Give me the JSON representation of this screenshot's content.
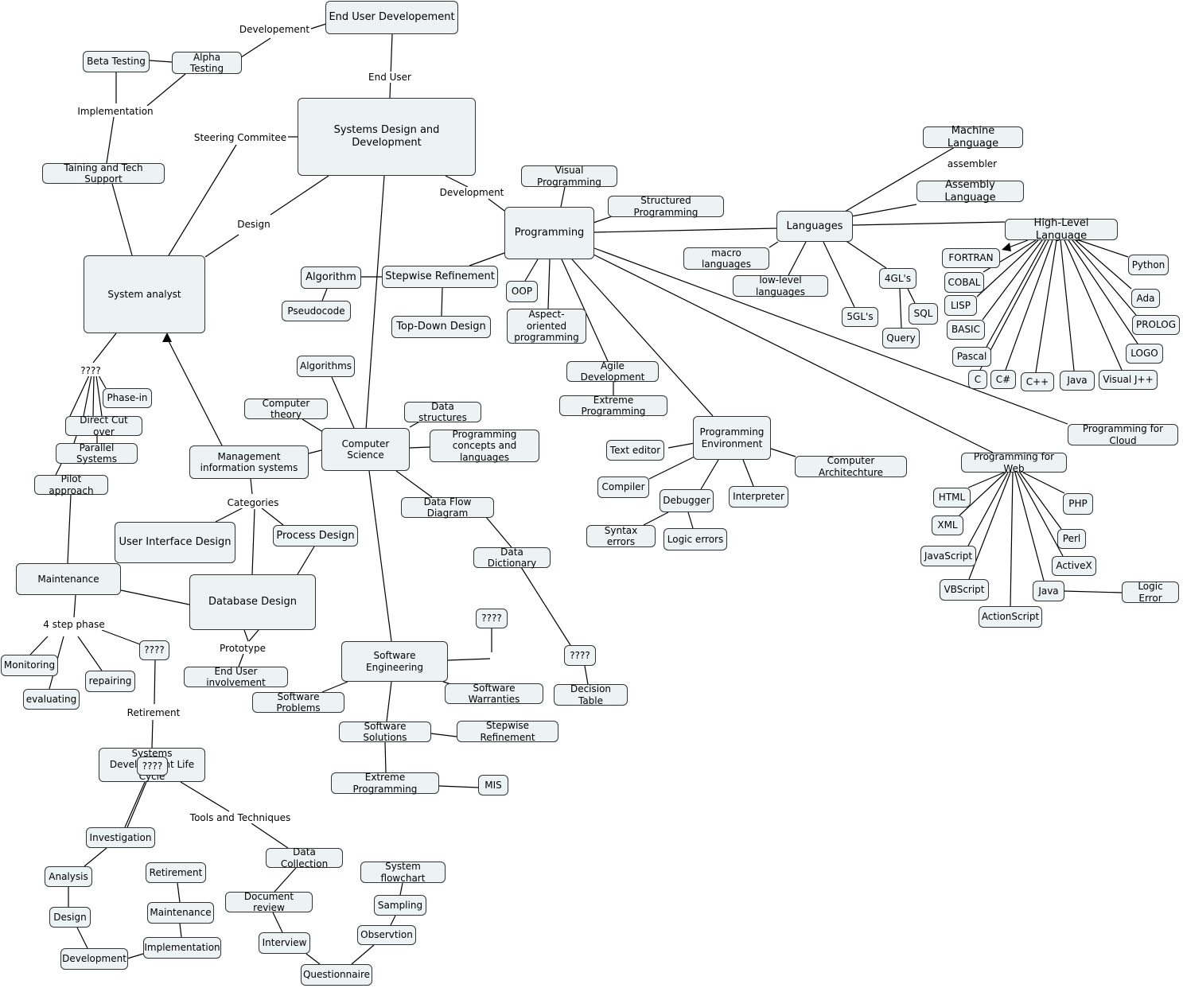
{
  "nodes": {
    "end_user_dev": "End User Developement",
    "sys_design_dev": "Systems Design and Development",
    "beta_testing": "Beta Testing",
    "alpha_testing": "Alpha Testing",
    "training": "Taining and Tech Support",
    "system_analyst": "System analyst",
    "phase_in": "Phase-in",
    "direct_cut": "Direct Cut over",
    "parallel": "Parallel Systems",
    "pilot": "Pilot approach",
    "maintenance": "Maintenance",
    "monitoring": "Monitoring",
    "repairing": "repairing",
    "evaluating": "evaluating",
    "q_retire": "????",
    "sdlc": "Systems Development Life Cycle",
    "q_sdlc": "????",
    "investigation": "Investigation",
    "analysis": "Analysis",
    "design_step": "Design",
    "development_step": "Development",
    "implementation_step": "Implementation",
    "maintenance_step": "Maintenance",
    "retirement_step": "Retirement",
    "data_collection": "Data Collection",
    "document_review": "Document review",
    "interview": "Interview",
    "questionnaire": "Questionnaire",
    "observation": "Observtion",
    "sampling": "Sampling",
    "system_flowchart": "System flowchart",
    "mis": "Management information systems",
    "ui_design": "User Interface Design",
    "process_design": "Process Design",
    "database_design": "Database Design",
    "end_user_involvement": "End User involvement",
    "computer_science": "Computer Science",
    "algorithms": "Algorithms",
    "computer_theory": "Computer theory",
    "data_structures": "Data structures",
    "prog_concepts": "Programming concepts and languages",
    "data_flow": "Data Flow Diagram",
    "data_dictionary": "Data Dictionary",
    "q_dd": "????",
    "decision_table": "Decision Table",
    "software_engineering": "Software Engineering",
    "q_se": "????",
    "software_problems": "Software Problems",
    "software_warranties": "Software Warranties",
    "software_solutions": "Software Solutions",
    "stepwise_ref2": "Stepwise Refinement",
    "extreme_prog2": "Extreme Programming",
    "mis2": "MIS",
    "algorithm": "Algorithm",
    "pseudocode": "Pseudocode",
    "stepwise_ref": "Stepwise Refinement",
    "top_down": "Top-Down Design",
    "visual_prog": "Visual Programming",
    "structured_prog": "Structured Programming",
    "programming": "Programming",
    "oop": "OOP",
    "aspect": "Aspect-oriented programming",
    "agile": "Agile Development",
    "extreme_prog": "Extreme Programming",
    "prog_env": "Programming Environment",
    "text_editor": "Text editor",
    "compiler": "Compiler",
    "debugger": "Debugger",
    "interpreter": "Interpreter",
    "comp_arch": "Computer Architechture",
    "syntax_errors": "Syntax errors",
    "logic_errors": "Logic errors",
    "languages": "Languages",
    "machine_lang": "Machine Language",
    "assembly_lang": "Assembly Language",
    "high_level": "High-Level Language",
    "macro_lang": "macro languages",
    "low_level": "low-level languages",
    "fifth_gl": "5GL's",
    "fourth_gl": "4GL's",
    "sql": "SQL",
    "query": "Query",
    "fortran": "FORTRAN",
    "cobal": "COBAL",
    "lisp": "LISP",
    "basic": "BASIC",
    "pascal": "Pascal",
    "c": "C",
    "csharp": "C#",
    "cpp": "C++",
    "java_hl": "Java",
    "visual_jpp": "Visual J++",
    "logo": "LOGO",
    "prolog": "PROLOG",
    "ada": "Ada",
    "python": "Python",
    "prog_cloud": "Programming for Cloud",
    "prog_web": "Programming for Web",
    "html": "HTML",
    "xml": "XML",
    "javascript": "JavaScript",
    "vbscript": "VBScript",
    "actionscript": "ActionScript",
    "java_web": "Java",
    "logic_error": "Logic Error",
    "activex": "ActiveX",
    "perl": "Perl",
    "php": "PHP"
  },
  "link_labels": {
    "developement": "Developement",
    "end_user": "End User",
    "implementation": "Implementation",
    "steering": "Steering Commitee",
    "design": "Design",
    "development": "Development",
    "q_phase": "????",
    "categories": "Categories",
    "four_step": "4 step phase",
    "retirement": "Retirement",
    "prototype": "Prototype",
    "tools": "Tools and Techniques",
    "assembler": "assembler"
  },
  "colors": {
    "node_fill": "#edf2f4",
    "node_border": "#333333",
    "line": "#000000",
    "background": "#ffffff"
  }
}
